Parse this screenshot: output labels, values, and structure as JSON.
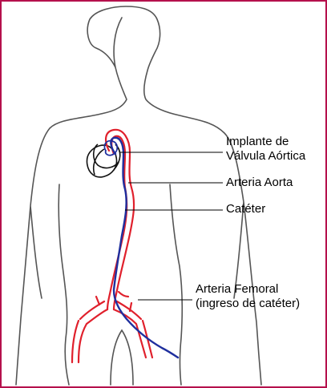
{
  "diagram": {
    "labels": {
      "valve_line1": "Implante de",
      "valve_line2": "Válvula Aórtica",
      "aorta": "Arteria Aorta",
      "catheter": "Catéter",
      "femoral_line1": "Arteria Femoral",
      "femoral_line2": "(ingreso de catéter)"
    },
    "colors": {
      "border": "#b5104c",
      "artery": "#e0202c",
      "catheter": "#1f2f9e",
      "outline": "#555555",
      "leader": "#000000"
    }
  }
}
